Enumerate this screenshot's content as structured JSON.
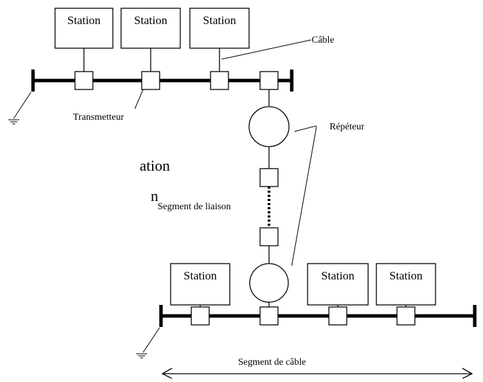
{
  "diagram": {
    "station_label": "Station",
    "labels": {
      "cable": "Câble",
      "transceiver": "Transmetteur",
      "repeater": "Répéteur",
      "link_segment": "Segment de liaison",
      "cable_segment": "Segment de câble"
    },
    "truncated_text": {
      "line1": "ation",
      "line2": "n"
    },
    "colors": {
      "stroke": "#000000",
      "background": "#ffffff"
    }
  }
}
